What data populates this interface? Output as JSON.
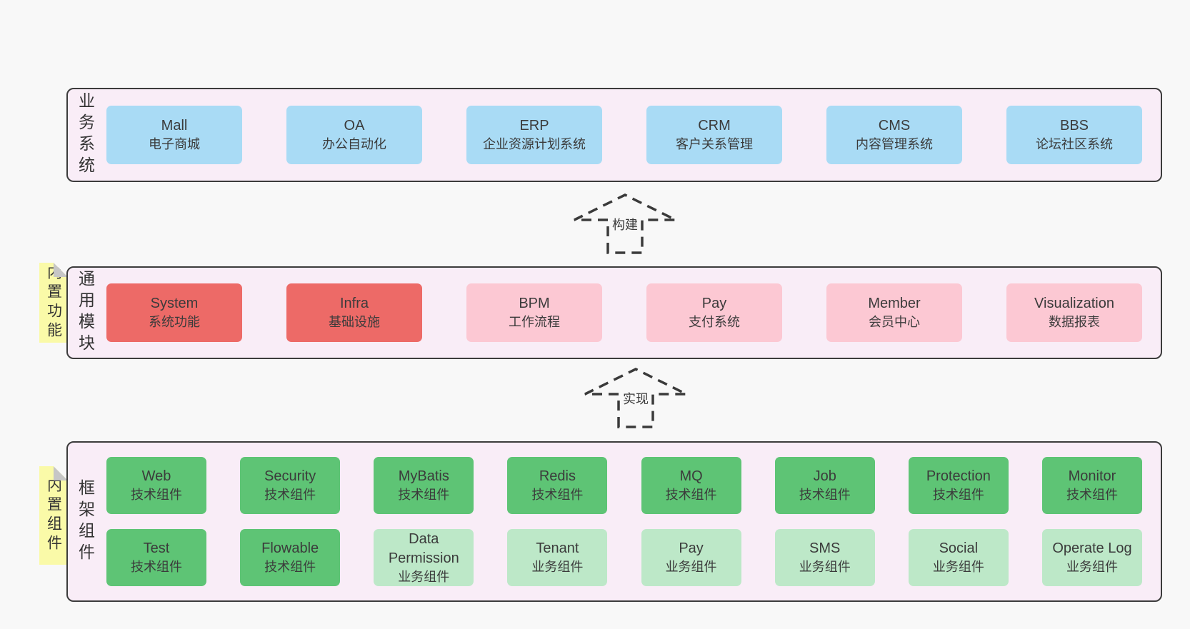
{
  "colors": {
    "page_background": "#f8f8f8",
    "layer_fill": "#f9edf7",
    "layer_border": "#3c3c3c",
    "box_blue": "#a9dbf5",
    "box_red": "#ed6a67",
    "box_pink": "#fcc8d3",
    "box_green": "#5ec475",
    "box_lightgreen": "#bde8c8",
    "sticky_yellow": "#fafaa8",
    "sticky_fold": "#c6c6c6",
    "text": "#3b3b3b"
  },
  "arrows": [
    {
      "label": "构建"
    },
    {
      "label": "实现"
    }
  ],
  "layers": {
    "business": {
      "label": "业务系统",
      "boxes": [
        {
          "title": "Mall",
          "subtitle": "电子商城",
          "variant": "blue"
        },
        {
          "title": "OA",
          "subtitle": "办公自动化",
          "variant": "blue"
        },
        {
          "title": "ERP",
          "subtitle": "企业资源计划系统",
          "variant": "blue"
        },
        {
          "title": "CRM",
          "subtitle": "客户关系管理",
          "variant": "blue"
        },
        {
          "title": "CMS",
          "subtitle": "内容管理系统",
          "variant": "blue"
        },
        {
          "title": "BBS",
          "subtitle": "论坛社区系统",
          "variant": "blue"
        }
      ]
    },
    "modules": {
      "label": "通用模块",
      "sticky": "内置功能",
      "boxes": [
        {
          "title": "System",
          "subtitle": "系统功能",
          "variant": "red"
        },
        {
          "title": "Infra",
          "subtitle": "基础设施",
          "variant": "red"
        },
        {
          "title": "BPM",
          "subtitle": "工作流程",
          "variant": "pink"
        },
        {
          "title": "Pay",
          "subtitle": "支付系统",
          "variant": "pink"
        },
        {
          "title": "Member",
          "subtitle": "会员中心",
          "variant": "pink"
        },
        {
          "title": "Visualization",
          "subtitle": "数据报表",
          "variant": "pink"
        }
      ]
    },
    "components": {
      "label": "框架组件",
      "sticky": "内置组件",
      "rows": [
        [
          {
            "title": "Web",
            "subtitle": "技术组件",
            "variant": "green"
          },
          {
            "title": "Security",
            "subtitle": "技术组件",
            "variant": "green"
          },
          {
            "title": "MyBatis",
            "subtitle": "技术组件",
            "variant": "green"
          },
          {
            "title": "Redis",
            "subtitle": "技术组件",
            "variant": "green"
          },
          {
            "title": "MQ",
            "subtitle": "技术组件",
            "variant": "green"
          },
          {
            "title": "Job",
            "subtitle": "技术组件",
            "variant": "green"
          },
          {
            "title": "Protection",
            "subtitle": "技术组件",
            "variant": "green"
          },
          {
            "title": "Monitor",
            "subtitle": "技术组件",
            "variant": "green"
          }
        ],
        [
          {
            "title": "Test",
            "subtitle": "技术组件",
            "variant": "green"
          },
          {
            "title": "Flowable",
            "subtitle": "技术组件",
            "variant": "green"
          },
          {
            "title": "Data Permission",
            "subtitle": "业务组件",
            "variant": "lightgreen"
          },
          {
            "title": "Tenant",
            "subtitle": "业务组件",
            "variant": "lightgreen"
          },
          {
            "title": "Pay",
            "subtitle": "业务组件",
            "variant": "lightgreen"
          },
          {
            "title": "SMS",
            "subtitle": "业务组件",
            "variant": "lightgreen"
          },
          {
            "title": "Social",
            "subtitle": "业务组件",
            "variant": "lightgreen"
          },
          {
            "title": "Operate Log",
            "subtitle": "业务组件",
            "variant": "lightgreen"
          }
        ]
      ]
    }
  }
}
